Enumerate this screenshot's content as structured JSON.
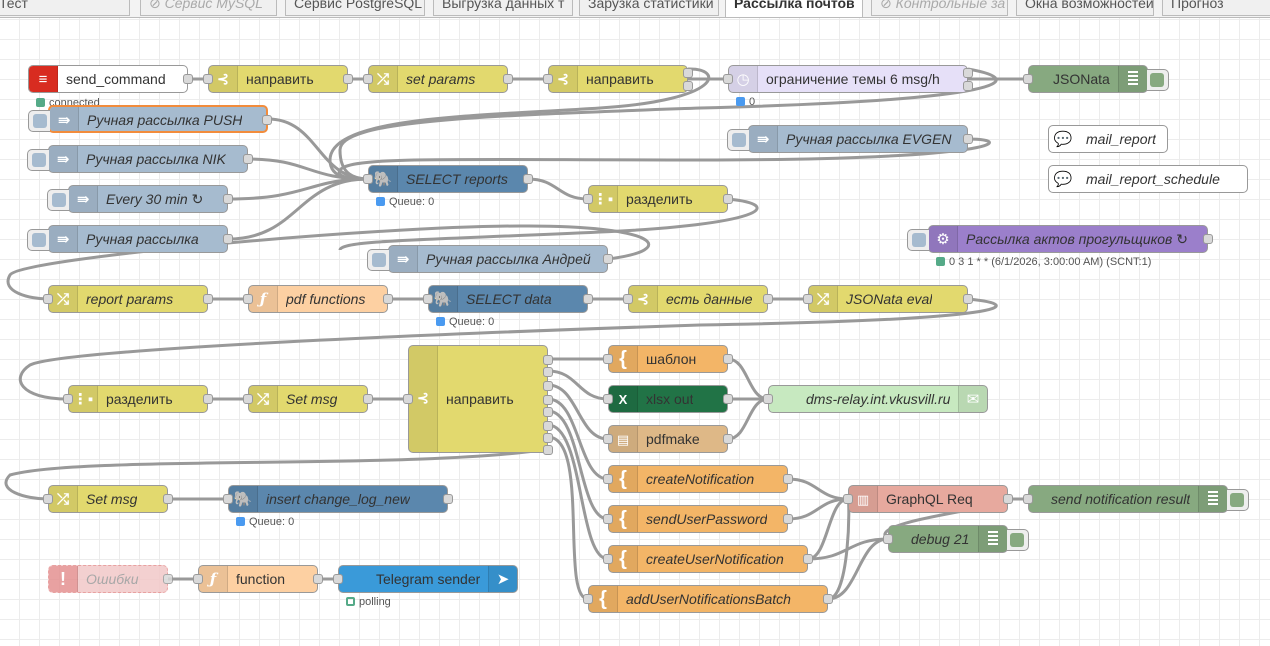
{
  "tabs": [
    {
      "label": "Тест",
      "state": "normal"
    },
    {
      "label": "⊘ Сервис MySQL",
      "state": "disabled"
    },
    {
      "label": "Сервис PostgreSQL",
      "state": "normal"
    },
    {
      "label": "Выгрузка данных т",
      "state": "normal"
    },
    {
      "label": "Зарузка статистики",
      "state": "normal"
    },
    {
      "label": "Рассылка почтов",
      "state": "active"
    },
    {
      "label": "⊘ Контрольные за",
      "state": "disabled"
    },
    {
      "label": "Окна возможностей",
      "state": "normal"
    },
    {
      "label": "Прогноз",
      "state": "normal"
    }
  ],
  "colors": {
    "redis": "#ffffff",
    "switch": "#e2d96e",
    "change": "#e2d96e",
    "delay": "#e6e0f8",
    "json": "#87a980",
    "inject": "#a6bbcf",
    "postgres": "#5b87ad",
    "split": "#e2d96e",
    "function": "#fdd0a2",
    "template": "#f3b567",
    "excel": "#217346",
    "pdf": "#deb887",
    "email": "#c7e9c0",
    "http": "#e7a99e",
    "debug": "#87a980",
    "catch": "#e49191",
    "telegram": "#3a9ad9",
    "cron": "#9b7fcb",
    "comment": "#ffffff"
  },
  "nodes": [
    {
      "id": "n_send_command",
      "label": "send_command",
      "type": "redis",
      "icon": "redis-icon",
      "italic": false
    },
    {
      "id": "n_route1",
      "label": "направить",
      "type": "switch",
      "icon": "switch-icon",
      "italic": false
    },
    {
      "id": "n_set_params",
      "label": "set params",
      "type": "change",
      "icon": "shuffle-icon",
      "italic": true
    },
    {
      "id": "n_route2",
      "label": "направить",
      "type": "switch",
      "icon": "switch-icon",
      "italic": false
    },
    {
      "id": "n_delay",
      "label": "ограничение темы 6 msg/h",
      "type": "delay",
      "icon": "timer-icon",
      "italic": false
    },
    {
      "id": "n_jsonata",
      "label": "JSONata",
      "type": "json",
      "icon": "",
      "italic": false
    },
    {
      "id": "n_push",
      "label": "Ручная рассылка PUSH",
      "type": "inject",
      "icon": "arrow-right-icon",
      "italic": true
    },
    {
      "id": "n_evgen",
      "label": "Ручная рассылка EVGEN",
      "type": "inject",
      "icon": "arrow-right-icon",
      "italic": true
    },
    {
      "id": "n_mail_report",
      "label": "mail_report",
      "type": "comment",
      "icon": "comment-icon",
      "italic": true
    },
    {
      "id": "n_nik",
      "label": "Ручная рассылка NIK",
      "type": "inject",
      "icon": "arrow-right-icon",
      "italic": true
    },
    {
      "id": "n_select_reports",
      "label": "SELECT reports",
      "type": "postgres",
      "icon": "elephant-icon",
      "italic": true
    },
    {
      "id": "n_mail_schedule",
      "label": "mail_report_schedule",
      "type": "comment",
      "icon": "comment-icon",
      "italic": true
    },
    {
      "id": "n_every30",
      "label": "Every 30 min ↻",
      "type": "inject",
      "icon": "arrow-right-icon",
      "italic": true
    },
    {
      "id": "n_split1",
      "label": "разделить",
      "type": "split",
      "icon": "split-icon",
      "italic": false
    },
    {
      "id": "n_manual",
      "label": "Ручная рассылка",
      "type": "inject",
      "icon": "arrow-right-icon",
      "italic": true
    },
    {
      "id": "n_cron",
      "label": "Рассылка актов прогульщиков ↻",
      "type": "cron",
      "icon": "cron-icon",
      "italic": true
    },
    {
      "id": "n_andrey",
      "label": "Ручная рассылка Андрей",
      "type": "inject",
      "icon": "arrow-right-icon",
      "italic": true
    },
    {
      "id": "n_report_params",
      "label": "report params",
      "type": "change",
      "icon": "shuffle-icon",
      "italic": true
    },
    {
      "id": "n_pdf_functions",
      "label": "pdf functions",
      "type": "function",
      "icon": "function-icon",
      "italic": true
    },
    {
      "id": "n_select_data",
      "label": "SELECT data",
      "type": "postgres",
      "icon": "elephant-icon",
      "italic": true
    },
    {
      "id": "n_has_data",
      "label": "есть данные",
      "type": "switch",
      "icon": "switch-icon",
      "italic": true
    },
    {
      "id": "n_jsonata_eval",
      "label": "JSONata eval",
      "type": "change",
      "icon": "shuffle-icon",
      "italic": true
    },
    {
      "id": "n_route3",
      "label": "направить",
      "type": "switch",
      "icon": "switch-icon",
      "italic": false
    },
    {
      "id": "n_template",
      "label": "шаблон",
      "type": "template",
      "icon": "brace-icon",
      "italic": false
    },
    {
      "id": "n_xlsx",
      "label": "xlsx out",
      "type": "excel",
      "icon": "excel-icon",
      "italic": false
    },
    {
      "id": "n_pdfmake",
      "label": "pdfmake",
      "type": "pdf",
      "icon": "pdf-icon",
      "italic": false
    },
    {
      "id": "n_email",
      "label": "dms-relay.int.vkusvill.ru",
      "type": "email",
      "icon": "envelope-icon",
      "italic": true
    },
    {
      "id": "n_split2",
      "label": "разделить",
      "type": "split",
      "icon": "split-icon",
      "italic": false
    },
    {
      "id": "n_set_msg1",
      "label": "Set msg",
      "type": "change",
      "icon": "shuffle-icon",
      "italic": true
    },
    {
      "id": "n_create_notif",
      "label": "createNotification",
      "type": "template",
      "icon": "brace-icon",
      "italic": true
    },
    {
      "id": "n_graphql",
      "label": "GraphQL Req",
      "type": "http",
      "icon": "graphql-icon",
      "italic": false
    },
    {
      "id": "n_send_result",
      "label": "send notification result",
      "type": "debug",
      "icon": "",
      "italic": true
    },
    {
      "id": "n_set_msg2",
      "label": "Set msg",
      "type": "change",
      "icon": "shuffle-icon",
      "italic": true
    },
    {
      "id": "n_insert_log",
      "label": "insert change_log_new",
      "type": "postgres",
      "icon": "elephant-icon",
      "italic": true
    },
    {
      "id": "n_send_pwd",
      "label": "sendUserPassword",
      "type": "template",
      "icon": "brace-icon",
      "italic": true
    },
    {
      "id": "n_debug21",
      "label": "debug 21",
      "type": "debug",
      "icon": "",
      "italic": true
    },
    {
      "id": "n_create_user_notif",
      "label": "createUserNotification",
      "type": "template",
      "icon": "brace-icon",
      "italic": true
    },
    {
      "id": "n_errors",
      "label": "Ошибки",
      "type": "catch",
      "icon": "exclamation-icon",
      "italic": true
    },
    {
      "id": "n_function",
      "label": "function",
      "type": "function",
      "icon": "function-icon",
      "italic": false
    },
    {
      "id": "n_telegram",
      "label": "Telegram sender",
      "type": "telegram",
      "icon": "telegram-icon",
      "italic": false
    },
    {
      "id": "n_batch",
      "label": "addUserNotificationsBatch",
      "type": "template",
      "icon": "brace-icon",
      "italic": true
    }
  ],
  "statuses": {
    "send_command": "connected",
    "delay": "0",
    "select_reports": "Queue: 0",
    "select_data": "Queue: 0",
    "insert_log": "Queue: 0",
    "telegram": "polling",
    "cron": "0 3 1 * * (6/1/2026, 3:00:00 AM) (SCNT:1)"
  },
  "status_colors": {
    "connected": "#5a8",
    "queue": "#4a9af0",
    "cron": "#5a8"
  }
}
